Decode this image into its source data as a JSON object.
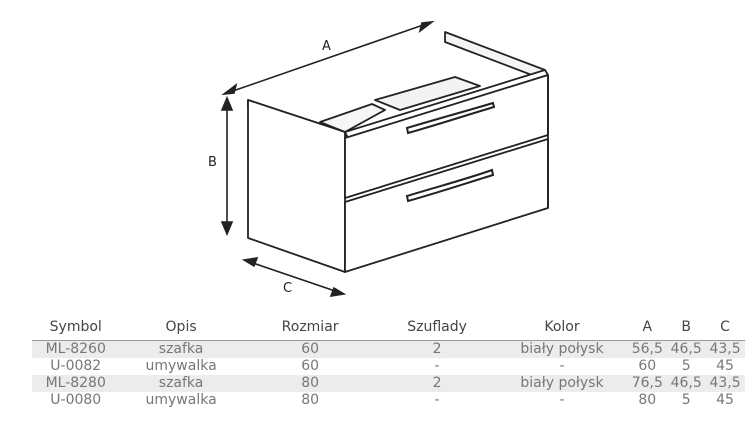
{
  "dimensions": {
    "a": "A",
    "b": "B",
    "c": "C"
  },
  "table": {
    "headers": [
      "Symbol",
      "Opis",
      "Rozmiar",
      "Szuflady",
      "Kolor",
      "A",
      "B",
      "C"
    ],
    "rows": [
      [
        "ML-8260",
        "szafka",
        "60",
        "2",
        "biały połysk",
        "56,5",
        "46,5",
        "43,5"
      ],
      [
        "U-0082",
        "umywalka",
        "60",
        "-",
        "-",
        "60",
        "5",
        "45"
      ],
      [
        "ML-8280",
        "szafka",
        "80",
        "2",
        "biały połysk",
        "76,5",
        "46,5",
        "43,5"
      ],
      [
        "U-0080",
        "umywalka",
        "80",
        "-",
        "-",
        "80",
        "5",
        "45"
      ]
    ]
  }
}
